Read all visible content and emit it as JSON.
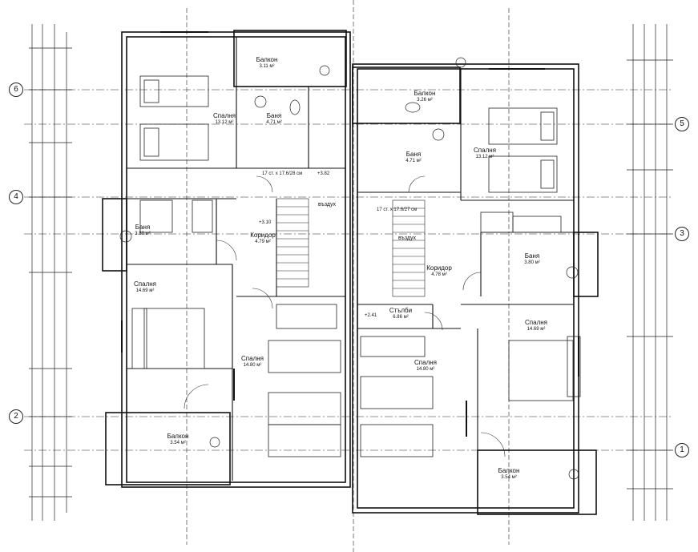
{
  "plan": {
    "axis_labels": {
      "left": [
        "6",
        "4",
        "2"
      ],
      "right": [
        "5",
        "3",
        "1"
      ]
    },
    "rooms": [
      {
        "id": "balcony-nw",
        "name": "Балкон",
        "area": "3.11 м²"
      },
      {
        "id": "bedroom-nw",
        "name": "Спалня",
        "area": "13.12 м²"
      },
      {
        "id": "bath-n-left",
        "name": "Баня",
        "area": "4.71 м²"
      },
      {
        "id": "balcony-ne",
        "name": "Балкон",
        "area": "3.26 м²"
      },
      {
        "id": "bath-n-right",
        "name": "Баня",
        "area": "4.71 м²"
      },
      {
        "id": "bedroom-ne",
        "name": "Спалня",
        "area": "13.12 м²"
      },
      {
        "id": "bath-w",
        "name": "Баня",
        "area": "3.80 м²"
      },
      {
        "id": "corridor-left",
        "name": "Коридор",
        "area": "4.79 м²"
      },
      {
        "id": "corridor-right",
        "name": "Коридор",
        "area": "4.78 м²"
      },
      {
        "id": "bath-e",
        "name": "Баня",
        "area": "3.80 м²"
      },
      {
        "id": "bedroom-w",
        "name": "Спалня",
        "area": "14.69 м²"
      },
      {
        "id": "bedroom-cw",
        "name": "Спалня",
        "area": "14.80 м²"
      },
      {
        "id": "stairs",
        "name": "Стълби",
        "area": "6.86 м²"
      },
      {
        "id": "bedroom-ce",
        "name": "Спалня",
        "area": "14.80 м²"
      },
      {
        "id": "bedroom-e",
        "name": "Спалня",
        "area": "14.69 м²"
      },
      {
        "id": "balcony-sw",
        "name": "Балкон",
        "area": "3.54 м²"
      },
      {
        "id": "balcony-se",
        "name": "Балкон",
        "area": "3.54 м²"
      }
    ],
    "stair_notes": {
      "left": "17 ст. х 17.6/28 см",
      "right": "17 ст. х 17.6/27 см",
      "level_up": "+3.82",
      "level_mid": "+3.10",
      "level_low": "+2.41"
    },
    "air_labels": [
      "въздух",
      "въздух"
    ]
  }
}
